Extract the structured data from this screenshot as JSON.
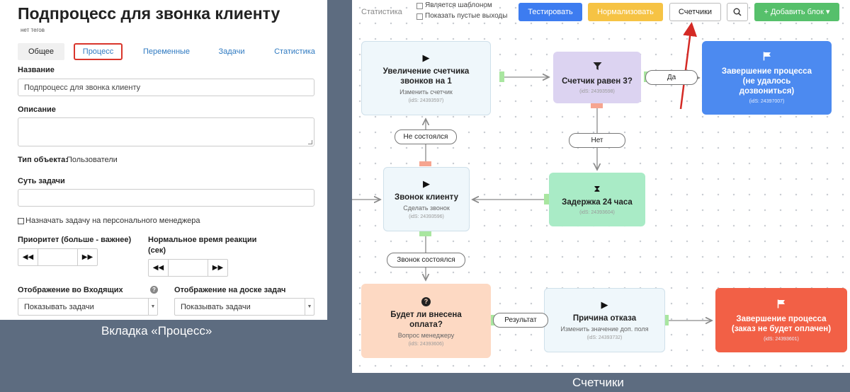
{
  "left": {
    "title": "Подпроцесс для звонка клиенту",
    "tags": "нет тегов",
    "tabs": [
      "Общее",
      "Процесс",
      "Переменные",
      "Задачи",
      "Статистика"
    ],
    "name_label": "Название",
    "name_value": "Подпроцесс для звонка клиенту",
    "description_label": "Описание",
    "object_type_label": "Тип объекта:",
    "object_type_value": "Пользователи",
    "task_label": "Суть задачи",
    "assign_checkbox_label": "Назначать задачу на персонального менеджера",
    "priority_label": "Приоритет (больше - важнее)",
    "reaction_label_line1": "Нормальное время реакции",
    "reaction_label_line2": "(сек)",
    "inbox_label": "Отображение во Входящих",
    "board_label": "Отображение на доске задач",
    "inbox_value": "Показывать задачи",
    "board_value": "Показывать задачи"
  },
  "captions": {
    "left": "Вкладка «Процесс»",
    "right": "Счетчики"
  },
  "toolbar": {
    "statistics": "Статистика",
    "is_template": "Является шаблоном",
    "show_empty": "Показать пустые выходы",
    "test": "Тестировать",
    "normalize": "Нормализовать",
    "counters": "Счетчики",
    "add_block": "+ Добавить блок ▾"
  },
  "nodes": {
    "increment": {
      "title_1": "Увеличение счетчика",
      "title_2": "звонков на 1",
      "sub": "Изменить счетчик",
      "id": "(idS: 24393597)"
    },
    "counter": {
      "title": "Счетчик равен 3?",
      "id": "(idS: 24393598)"
    },
    "finish_fail": {
      "title_1": "Завершение процесса",
      "title_2": "(не удалось",
      "title_3": "дозвониться)",
      "id": "(idS: 24397007)"
    },
    "call": {
      "title": "Звонок клиенту",
      "sub": "Сделать звонок",
      "id": "(idS: 24393596)"
    },
    "delay": {
      "title": "Задержка 24 часа",
      "id": "(idS: 24393604)"
    },
    "payment": {
      "title_1": "Будет ли внесена",
      "title_2": "оплата?",
      "sub": "Вопрос менеджеру",
      "id": "(idS: 24393606)"
    },
    "reason": {
      "title": "Причина отказа",
      "sub": "Изменить значение доп. поля",
      "id": "(idS: 24393732)"
    },
    "finish_unpaid": {
      "title_1": "Завершение процесса",
      "title_2": "(заказ не будет оплачен)",
      "id": "(idS: 24393601)"
    }
  },
  "edge_labels": {
    "yes": "Да",
    "no": "Нет",
    "not_happened": "Не состоялся",
    "call_happened": "Звонок состоялся",
    "result": "Результат"
  },
  "colors": {
    "blue_node": "#4c8af0",
    "orange_node": "#f26046",
    "purple_node": "#dcd3f1",
    "green_node": "#a9ebc6",
    "peach_node": "#fdd9c3",
    "light_node": "#eff7fb",
    "test_button": "#3d7cf0",
    "normalize_button": "#f6c344",
    "add_button": "#56c06b",
    "annotation_red": "#d9352b"
  }
}
